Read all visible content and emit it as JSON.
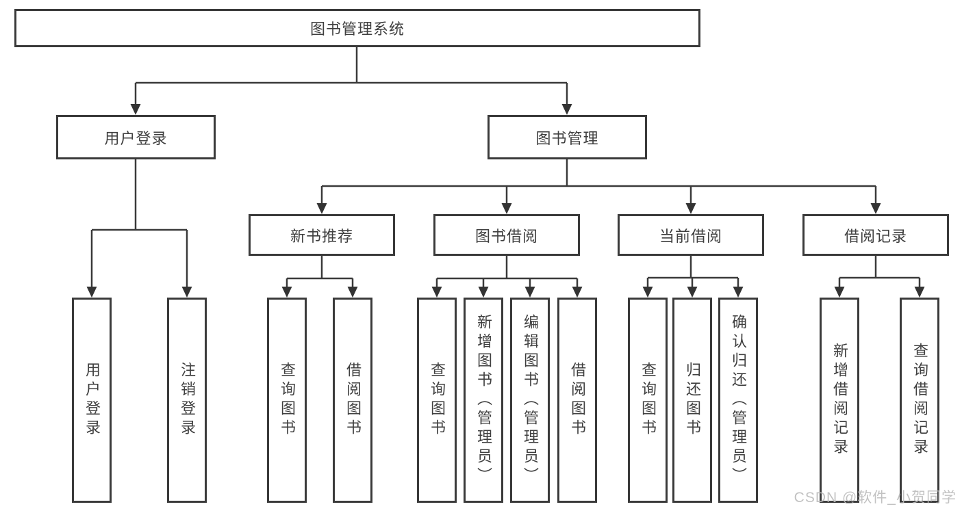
{
  "diagram": {
    "root": "图书管理系统",
    "level2": {
      "user_login": "用户登录",
      "book_management": "图书管理"
    },
    "level3": {
      "new_book_recommend": "新书推荐",
      "book_borrowing": "图书借阅",
      "current_borrowing": "当前借阅",
      "borrowing_records": "借阅记录"
    },
    "leaves": {
      "user_login": [
        "用户登录",
        "注销登录"
      ],
      "new_book_recommend": [
        "查询图书",
        "借阅图书"
      ],
      "book_borrowing": [
        "查询图书",
        "新增图书（管理员）",
        "编辑图书（管理员）",
        "借阅图书"
      ],
      "current_borrowing": [
        "查询图书",
        "归还图书",
        "确认归还（管理员）"
      ],
      "borrowing_records": [
        "新增借阅记录",
        "查询借阅记录"
      ]
    }
  },
  "watermark": "CSDN @软件_小贺同学",
  "colors": {
    "line": "#3a3a3a",
    "text": "#3f3f3f",
    "box_background": "#ffffff",
    "watermark": "#bcbcbc"
  }
}
